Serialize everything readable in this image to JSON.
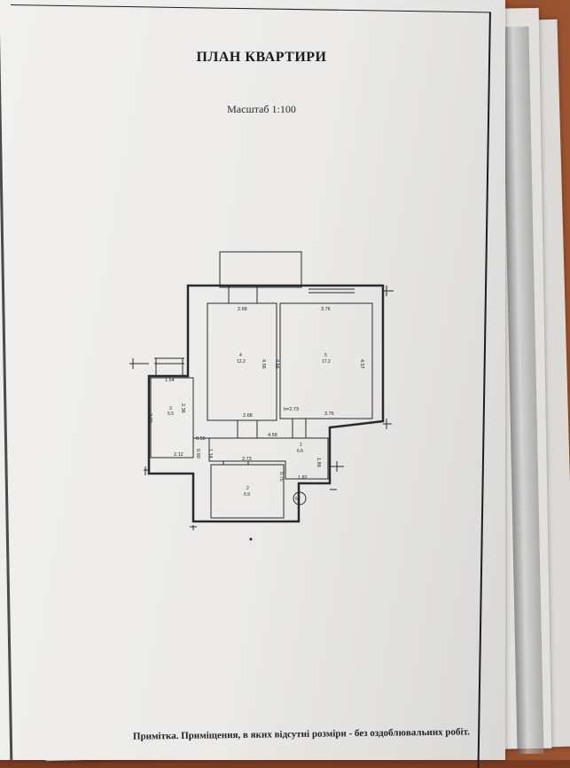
{
  "document": {
    "title": "ПЛАН КВАРТИРИ",
    "scale": "Масштаб 1:100",
    "note": "Примітка. Приміщення, в яких відсутні розміри - без оздоблювальних робіт.",
    "stamp": "62"
  },
  "plan": {
    "dimensions": {
      "room4_top": "2.68",
      "room5_top": "3.76",
      "room4_right": "4.56",
      "room5_left": "4.56",
      "room5_right": "4.57",
      "room4_bottom": "2.68",
      "room5_bottom": "3.76",
      "ceiling": "h=2.73",
      "room3_top": "1.54",
      "room3_right": "2.36",
      "room3_left": "3.22",
      "room3_bottom": "2.12",
      "hall_top": "4.58",
      "hall_small1": "0.56",
      "hall_small2": "0.90",
      "hall_small3": "1.14",
      "hall_right": "1.89",
      "bath_top": "2.73",
      "hall_small4": "0.75",
      "hall_bottom": "1.82"
    },
    "rooms": {
      "r4_num": "4",
      "r4_area": "12.2",
      "r5_num": "5",
      "r5_area": "17.2",
      "r3_num": "3",
      "r3_area": "5.5",
      "r1_num": "1",
      "r1_area": "6.6",
      "r2_num": "2",
      "r2_area": "6.9"
    }
  }
}
